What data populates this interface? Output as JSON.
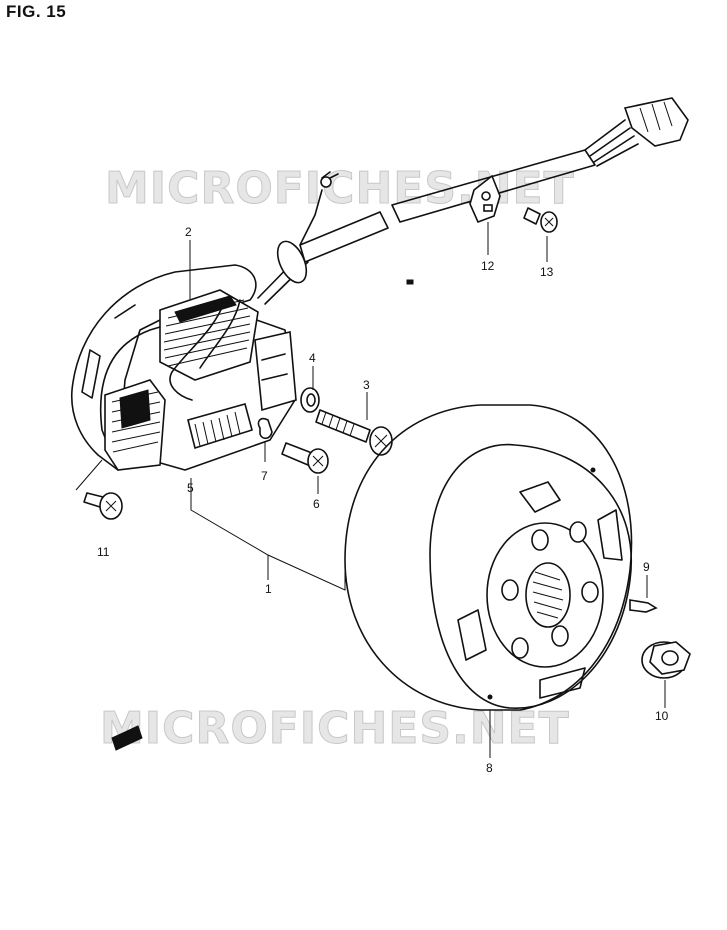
{
  "figure": {
    "title": "FIG. 15"
  },
  "watermarks": [
    "MICROFICHES.NET",
    "MICROFICHES.NET"
  ],
  "callouts": [
    {
      "id": "callout-1",
      "label": "1"
    },
    {
      "id": "callout-2",
      "label": "2"
    },
    {
      "id": "callout-3",
      "label": "3"
    },
    {
      "id": "callout-4",
      "label": "4"
    },
    {
      "id": "callout-5",
      "label": "5"
    },
    {
      "id": "callout-6",
      "label": "6"
    },
    {
      "id": "callout-7",
      "label": "7"
    },
    {
      "id": "callout-8",
      "label": "8"
    },
    {
      "id": "callout-9",
      "label": "9"
    },
    {
      "id": "callout-10",
      "label": "10"
    },
    {
      "id": "callout-11",
      "label": "11"
    },
    {
      "id": "callout-12",
      "label": "12"
    },
    {
      "id": "callout-13",
      "label": "13"
    }
  ]
}
